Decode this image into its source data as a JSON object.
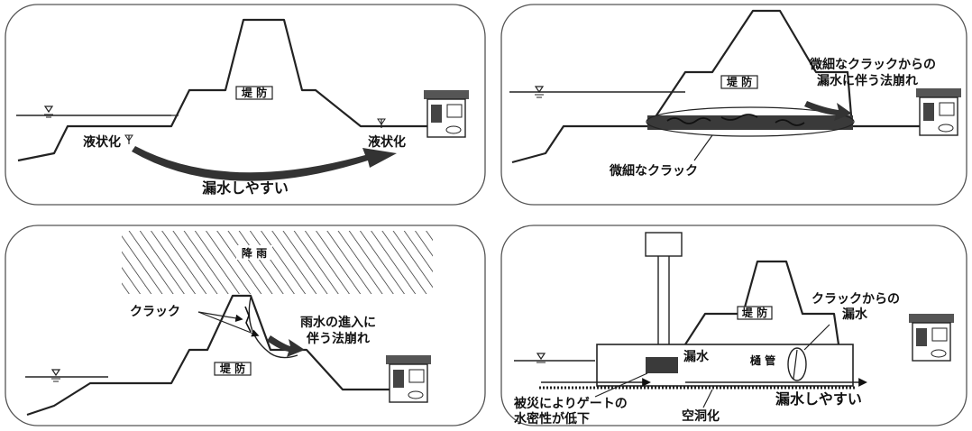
{
  "panels": {
    "p1": {
      "embankment": "堤 防",
      "liquefaction_left": "液状化",
      "liquefaction_right": "液状化",
      "seepage": "漏水しやすい"
    },
    "p2": {
      "embankment": "堤 防",
      "crack_seepage_line1": "微細なクラックからの",
      "crack_seepage_line2": "漏水に伴う法崩れ",
      "fine_crack": "微細なクラック"
    },
    "p3": {
      "rainfall": "降 雨",
      "crack": "クラック",
      "rain_collapse_line1": "雨水の進入に",
      "rain_collapse_line2": "伴う法崩れ",
      "embankment": "堤 防"
    },
    "p4": {
      "embankment": "堤 防",
      "culvert": "樋 管",
      "leak": "漏水",
      "crack_leak_line1": "クラックからの",
      "crack_leak_line2": "漏水",
      "gate_line1": "被災によりゲートの",
      "gate_line2": "水密性が低下",
      "cavity": "空洞化",
      "seepage": "漏水しやすい"
    }
  },
  "icons": [
    "water-level-icon",
    "house-icon",
    "seepage-arrow-icon",
    "crack-icon",
    "rain-hatch-icon",
    "gate-icon"
  ],
  "colors": {
    "soil_dark": "#3a3a3a",
    "arrow_dark": "#2e2e2e",
    "frame": "#555555"
  }
}
